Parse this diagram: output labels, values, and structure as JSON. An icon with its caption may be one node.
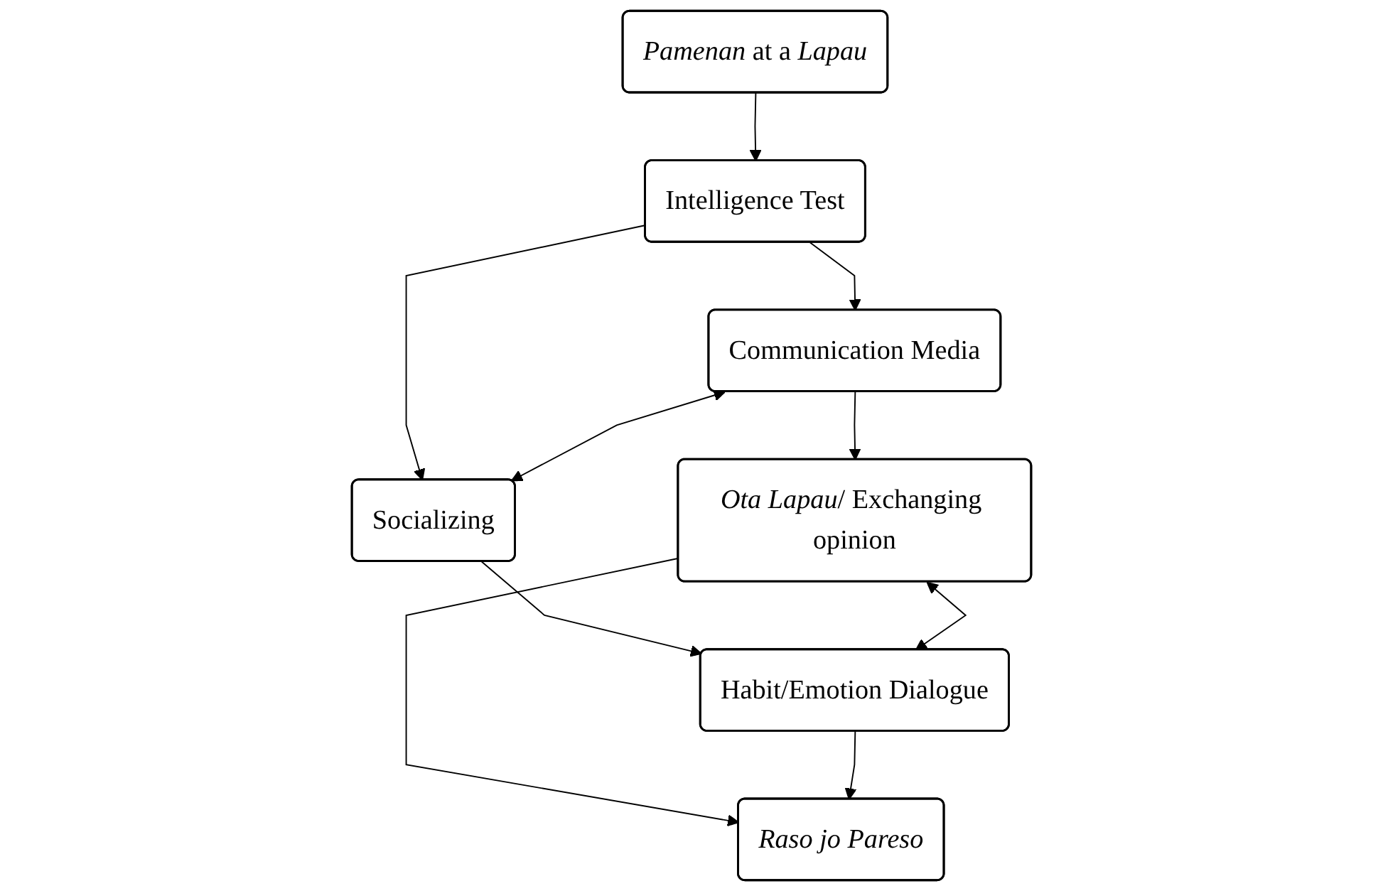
{
  "diagram": {
    "nodes": [
      {
        "text": [
          "*Pamenan* at a *Lapau*"
        ]
      },
      {
        "text": [
          "Intelligence Test"
        ]
      },
      {
        "text": [
          "Communication Media"
        ]
      },
      {
        "text": [
          "Socializing"
        ]
      },
      {
        "text": [
          "*Ota Lapau*/ Exchanging opinion"
        ]
      },
      {
        "text": [
          "Habit/Emotion Dialogue"
        ]
      },
      {
        "text": [
          "Raso jo Pareso"
        ]
      }
    ],
    "edges": [
      {
        "from": 0,
        "to": 1,
        "arrow": "to"
      },
      {
        "from": 1,
        "to": 2,
        "arrow": "to"
      },
      {
        "from": 1,
        "to": 3,
        "arrow": "to"
      },
      {
        "from": 2,
        "to": 3,
        "arrow": "both"
      },
      {
        "from": 2,
        "to": 4,
        "arrow": "to"
      },
      {
        "from": 3,
        "to": 5,
        "arrow": "to"
      },
      {
        "from": 4,
        "to": 5,
        "arrow": "both"
      },
      {
        "from": 4,
        "to": 6,
        "arrow": "to"
      },
      {
        "from": 5,
        "to": 6,
        "arrow": "to"
      }
    ]
  }
}
